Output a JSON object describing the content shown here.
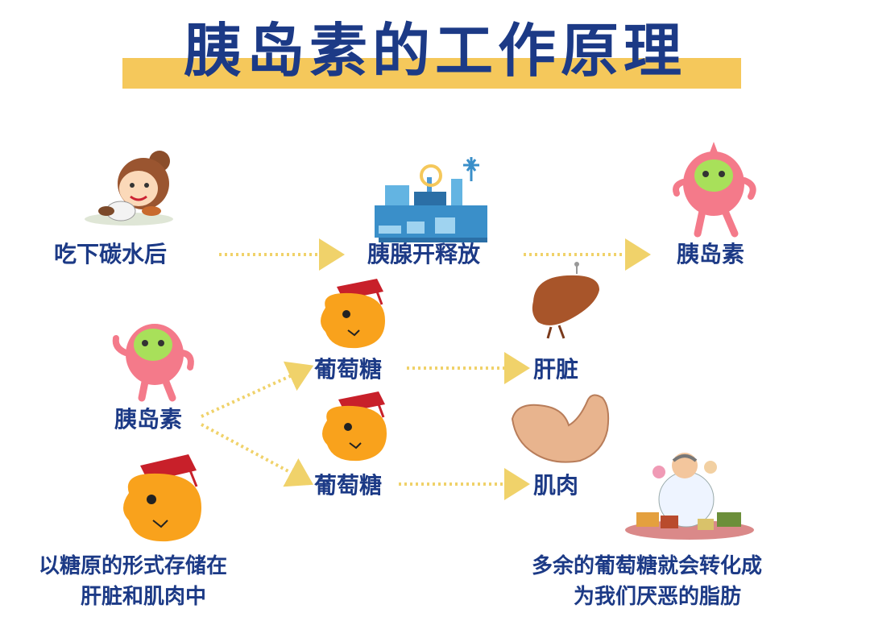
{
  "title": "胰岛素的工作原理",
  "labels": {
    "eat_carbs": "吃下碳水后",
    "pancreas_release": "胰腺开释放",
    "insulin_top": "胰岛素",
    "insulin_left": "胰岛素",
    "glucose_1": "葡萄糖",
    "glucose_2": "葡萄糖",
    "liver": "肝脏",
    "muscle": "肌肉",
    "glycogen_line1": "以糖原的形式存储在",
    "glycogen_line2": "肝脏和肌肉中",
    "excess_line1": "多余的葡萄糖就会转化成",
    "excess_line2": "为我们厌恶的脂肪"
  },
  "colors": {
    "title_text": "#1c3a86",
    "title_highlight": "#f5c85b",
    "label_text": "#1c3a86",
    "arrow": "#f0d26a",
    "insulin_body": "#f47a8a",
    "insulin_face": "#a8e05a",
    "glucose_body": "#f9a21c",
    "grad_cap": "#c8202a",
    "liver": "#a8552a",
    "muscle": "#e8b48e",
    "factory": "#3a8fc9"
  },
  "icons": [
    "woman-eating-icon",
    "factory-icon",
    "insulin-character-icon",
    "glucose-character-icon",
    "liver-icon",
    "muscle-arm-icon",
    "overweight-man-icon"
  ]
}
